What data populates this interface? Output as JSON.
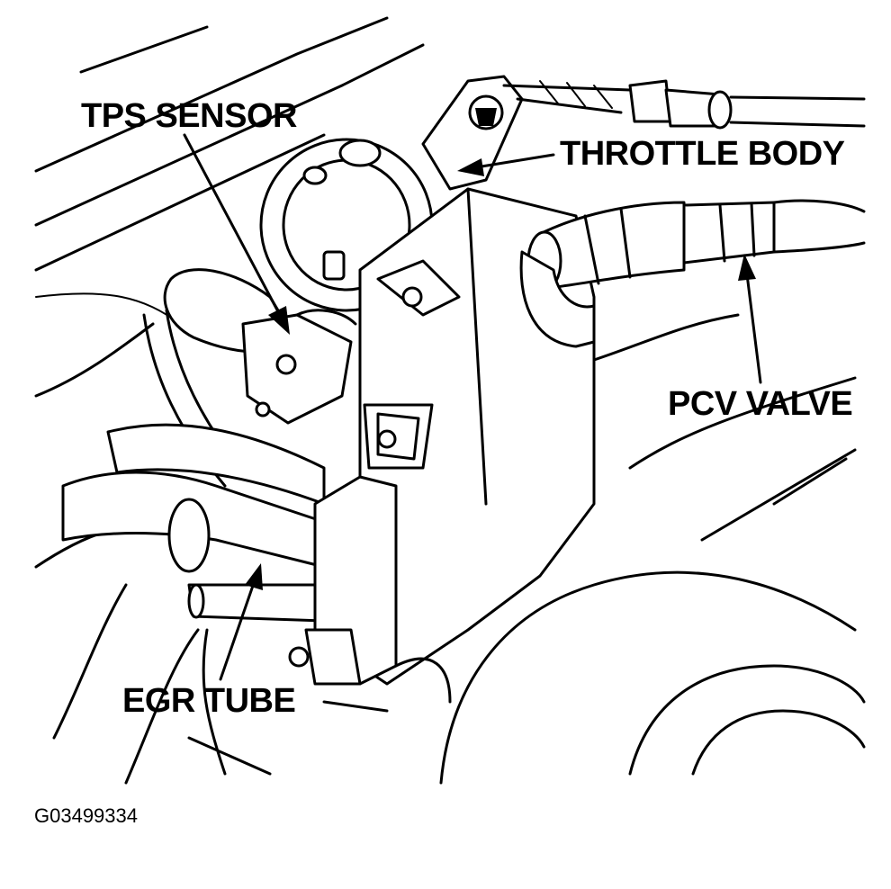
{
  "labels": {
    "tps_sensor": "TPS SENSOR",
    "throttle_body": "THROTTLE BODY",
    "pcv_valve": "PCV VALVE",
    "egr_tube": "EGR TUBE"
  },
  "figure_code": "G03499334",
  "colors": {
    "ink": "#000000",
    "paper": "#ffffff"
  }
}
